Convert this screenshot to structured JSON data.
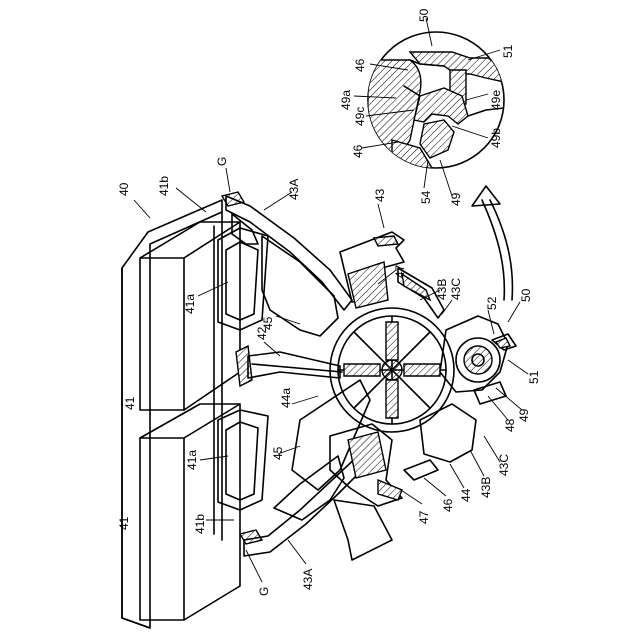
{
  "labels": [
    {
      "id": "l40",
      "text": "40"
    },
    {
      "id": "l41b_top",
      "text": "41b"
    },
    {
      "id": "lG_top",
      "text": "G"
    },
    {
      "id": "l43A_top",
      "text": "43A"
    },
    {
      "id": "l43",
      "text": "43"
    },
    {
      "id": "l41a_top",
      "text": "41a"
    },
    {
      "id": "l45_top",
      "text": "45"
    },
    {
      "id": "l47_top",
      "text": "47"
    },
    {
      "id": "l43B_top",
      "text": "43B"
    },
    {
      "id": "l43C_top",
      "text": "43C"
    },
    {
      "id": "l42",
      "text": "42"
    },
    {
      "id": "l41_top",
      "text": "41"
    },
    {
      "id": "l44a",
      "text": "44a"
    },
    {
      "id": "l52",
      "text": "52"
    },
    {
      "id": "l50_mid",
      "text": "50"
    },
    {
      "id": "l41_bot",
      "text": "41"
    },
    {
      "id": "l41a_bot",
      "text": "41a"
    },
    {
      "id": "l45_bot",
      "text": "45"
    },
    {
      "id": "l41b_bot",
      "text": "41b"
    },
    {
      "id": "lG_bot",
      "text": "G"
    },
    {
      "id": "l43A_bot",
      "text": "43A"
    },
    {
      "id": "l47_bot",
      "text": "47"
    },
    {
      "id": "l46_bot",
      "text": "46"
    },
    {
      "id": "l44",
      "text": "44"
    },
    {
      "id": "l43B_bot",
      "text": "43B"
    },
    {
      "id": "l43C_bot",
      "text": "43C"
    },
    {
      "id": "l48",
      "text": "48"
    },
    {
      "id": "l49_mid",
      "text": "49"
    },
    {
      "id": "l51_mid",
      "text": "51"
    },
    {
      "id": "l50_det",
      "text": "50"
    },
    {
      "id": "l46_det_top",
      "text": "46"
    },
    {
      "id": "l51_det",
      "text": "51"
    },
    {
      "id": "l49a",
      "text": "49a"
    },
    {
      "id": "l49c",
      "text": "49c"
    },
    {
      "id": "l49e",
      "text": "49e"
    },
    {
      "id": "l46_det_bot",
      "text": "46"
    },
    {
      "id": "l49b",
      "text": "49b"
    },
    {
      "id": "l54",
      "text": "54"
    },
    {
      "id": "l49_det",
      "text": "49"
    }
  ]
}
